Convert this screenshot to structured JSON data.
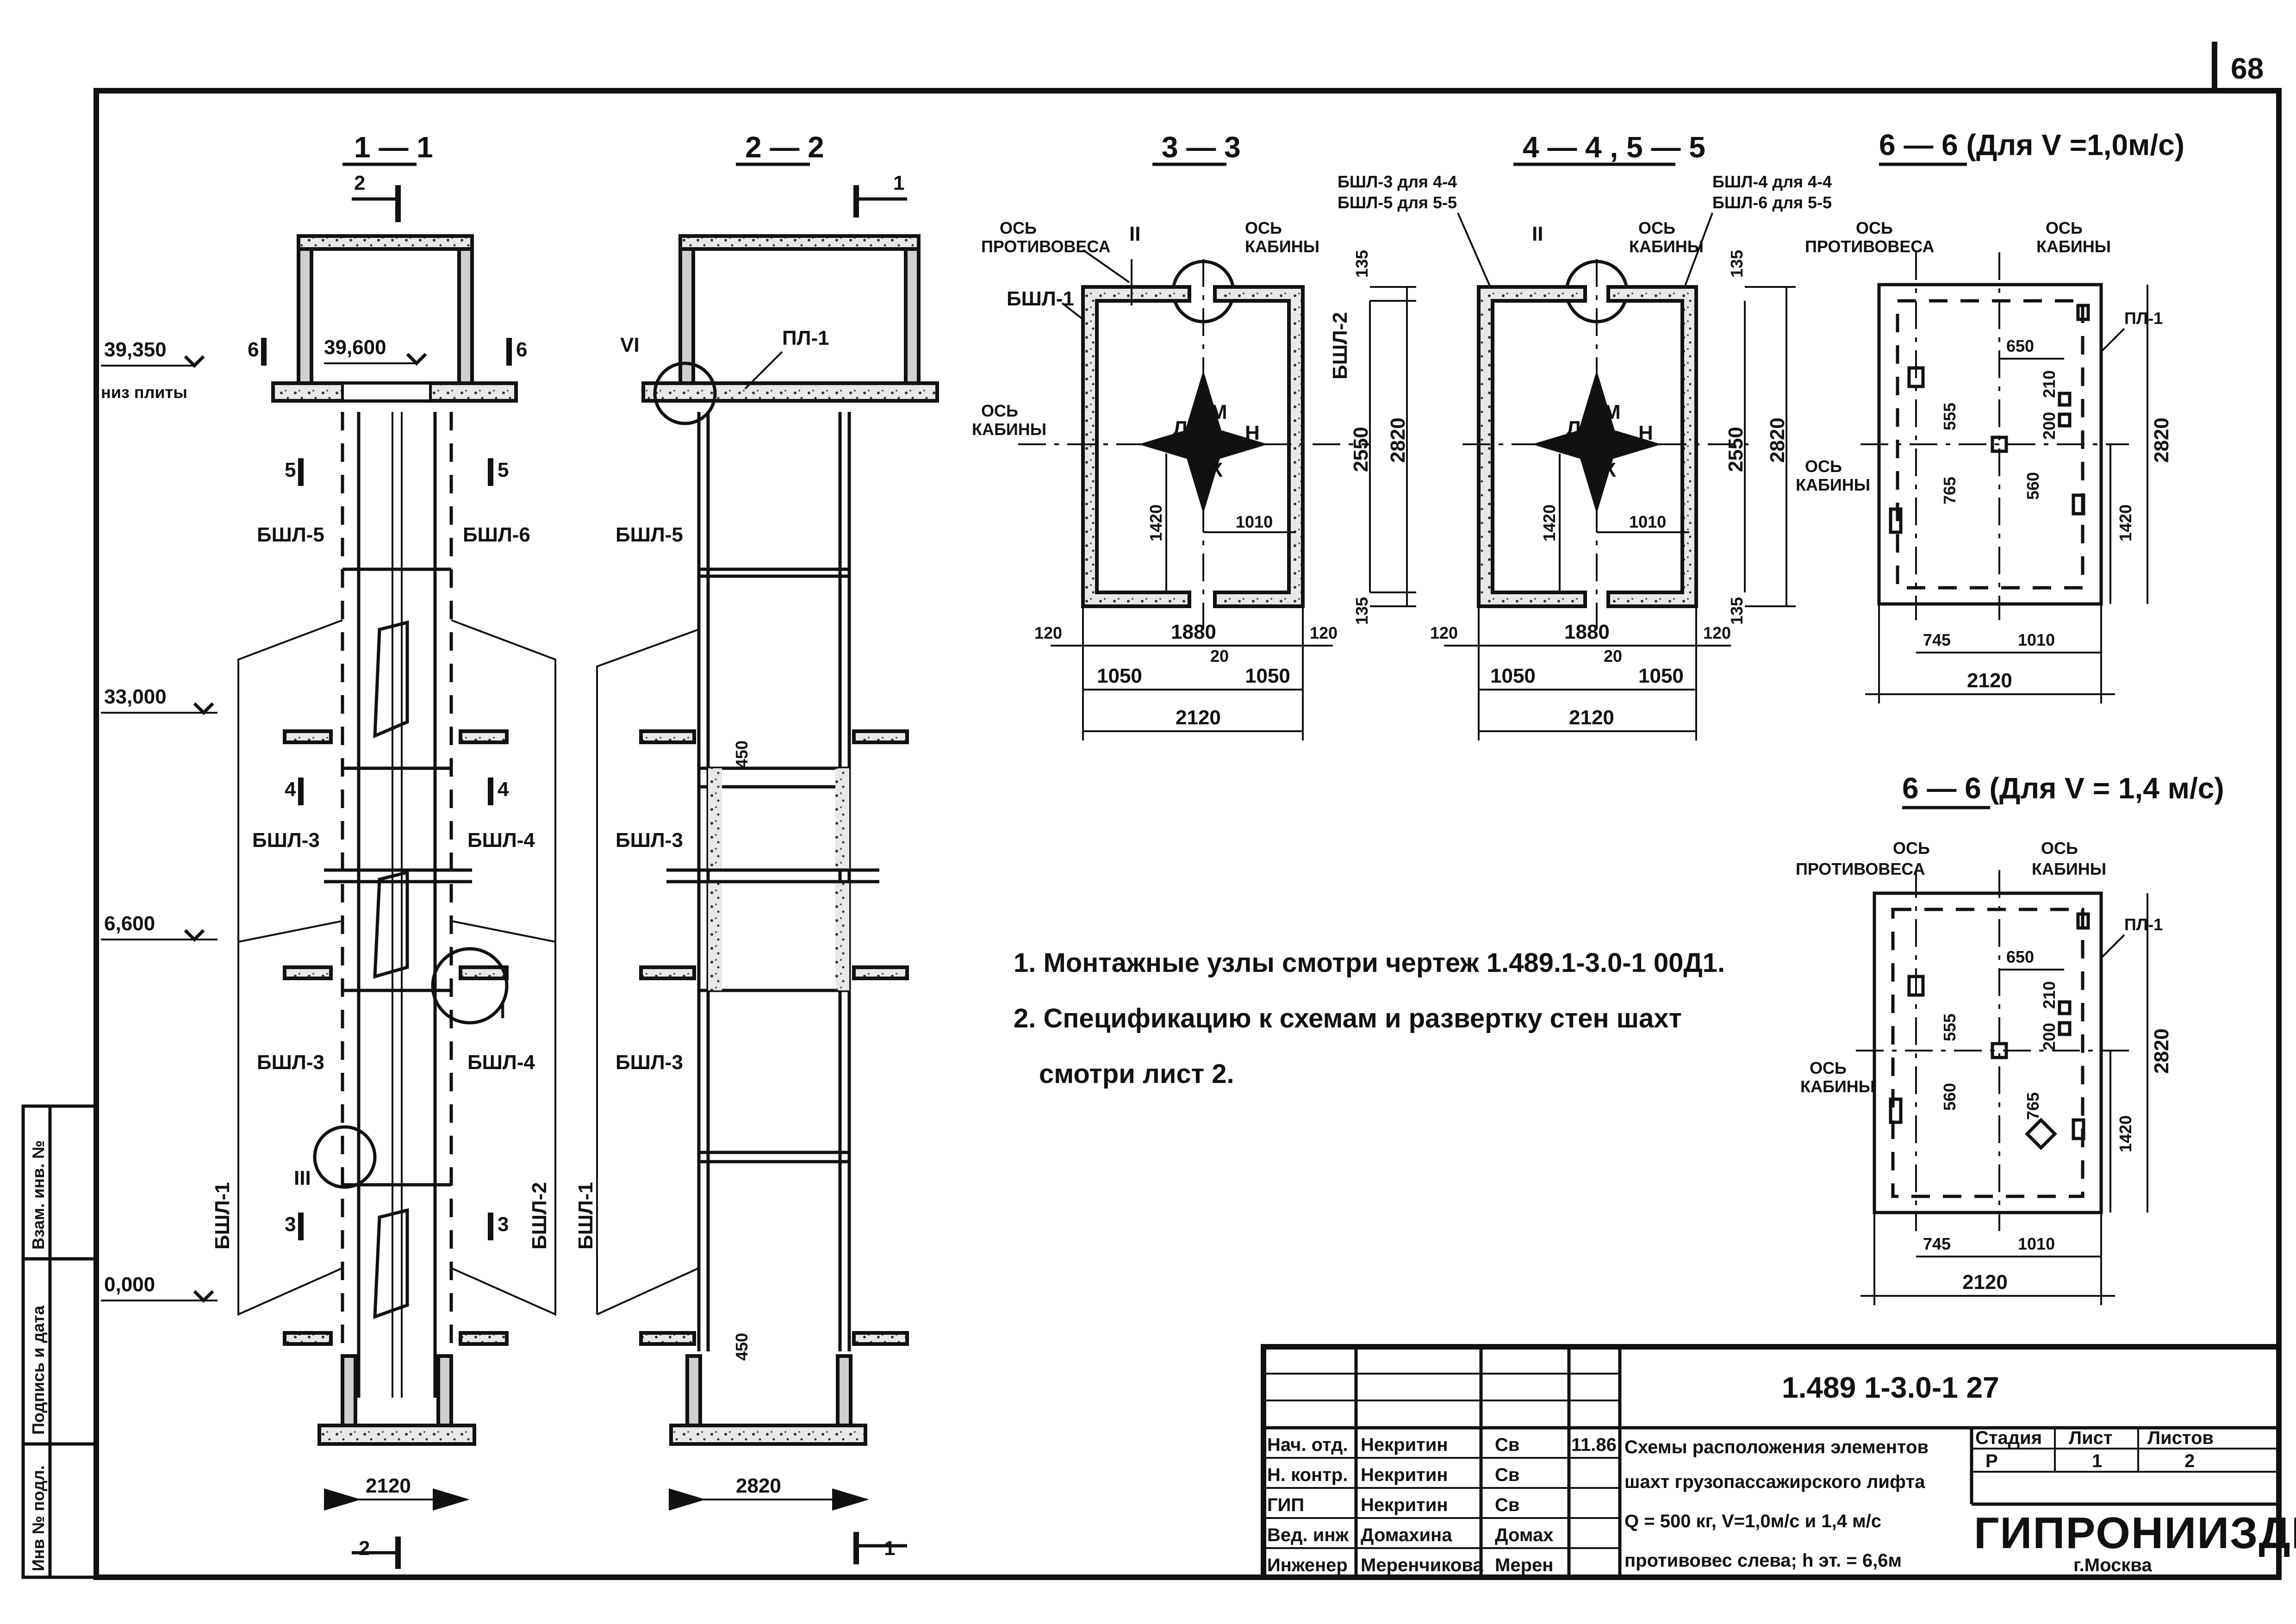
{
  "sheet": {
    "page_number": "68",
    "drawing_code": "1.489 1-3.0-1  27"
  },
  "sections": {
    "s11": "1 — 1",
    "s22": "2 — 2",
    "s33": "3 — 3",
    "s4455": "4 — 4 ,  5 — 5",
    "s66a": "6 — 6 (Для  V =1,0м/с)",
    "s66b": "6 — 6 (Для  V = 1,4 м/с)"
  },
  "levels": {
    "l39350": "39,350",
    "bottom_slab": "низ плиты",
    "l39600": "39,600",
    "l33000": "33,000",
    "l6600": "6,600",
    "l0000": "0,000"
  },
  "cut_marks": {
    "c1": "1",
    "c2": "2",
    "c3": "3",
    "c4": "4",
    "c5": "5",
    "c6": "6"
  },
  "nodes": {
    "n1": "I",
    "n2": "II",
    "n3": "III",
    "n6": "VI"
  },
  "panels": {
    "bsh1": "БШЛ-1",
    "bsh2": "БШЛ-2",
    "bsh3": "БШЛ-3",
    "bsh4": "БШЛ-4",
    "bsh5": "БШЛ-5",
    "bsh6": "БШЛ-6",
    "pl1": "ПЛ-1",
    "bsh3_44": "БШЛ-3 для 4-4",
    "bsh5_55": "БШЛ-5 для 5-5",
    "bsh4_44": "БШЛ-4 для 4-4",
    "bsh6_55": "БШЛ-6 для 5-5"
  },
  "axes": {
    "cw1": "ОСЬ",
    "cw2": "ПРОТИВОВЕСА",
    "cab1": "ОСЬ",
    "cab2": "КАБИНЫ"
  },
  "dirs": {
    "L": "Л",
    "M": "М",
    "N": "Н",
    "K": "К"
  },
  "dims": {
    "d135": "135",
    "d2550": "2550",
    "d2820": "2820",
    "d1420": "1420",
    "d1010": "1010",
    "d120": "120",
    "d1880": "1880",
    "d1050": "1050",
    "d20": "20",
    "d2120": "2120",
    "d650": "650",
    "d555": "555",
    "d765": "765",
    "d560": "560",
    "d210": "210",
    "d200": "200",
    "d745": "745",
    "d450": "450"
  },
  "notes": {
    "n1": "1.  Монтажные  узлы  смотри   чертеж  1.489.1-3.0-1  00Д1.",
    "n2a": "2. Спецификацию   к  схемам  и  развертку  стен  шахт",
    "n2b": "смотри   лист 2."
  },
  "side_stamp": {
    "a": "Взам. инв. №",
    "b": "Подпись и дата",
    "c": "Инв № подл."
  },
  "title_block": {
    "rows": [
      {
        "role": "Нач. отд.",
        "name": "Некритин",
        "sign": "Св",
        "date": "11.86"
      },
      {
        "role": "Н. контр.",
        "name": "Некритин",
        "sign": "Св",
        "date": ""
      },
      {
        "role": "ГИП",
        "name": "Некритин",
        "sign": "Св",
        "date": ""
      },
      {
        "role": "Вед. инж",
        "name": "Домахина",
        "sign": "Домах",
        "date": ""
      },
      {
        "role": "Инженер",
        "name": "Меренчикова",
        "sign": "Мерен",
        "date": ""
      }
    ],
    "desc_l1": "Схемы  расположения  элементов",
    "desc_l2": "шахт  грузопассажирского лифта",
    "desc_l3": "Q = 500 кг,   V=1,0м/с  и  1,4 м/с",
    "desc_l4": "противовес  слева;  h эт. = 6,6м",
    "stage_h": "Стадия",
    "sheet_h": "Лист",
    "sheets_h": "Листов",
    "stage": "Р",
    "sheet": "1",
    "sheets": "2",
    "org": "ГИПРОНИИЗДРАВ",
    "city": "г.Москва"
  }
}
